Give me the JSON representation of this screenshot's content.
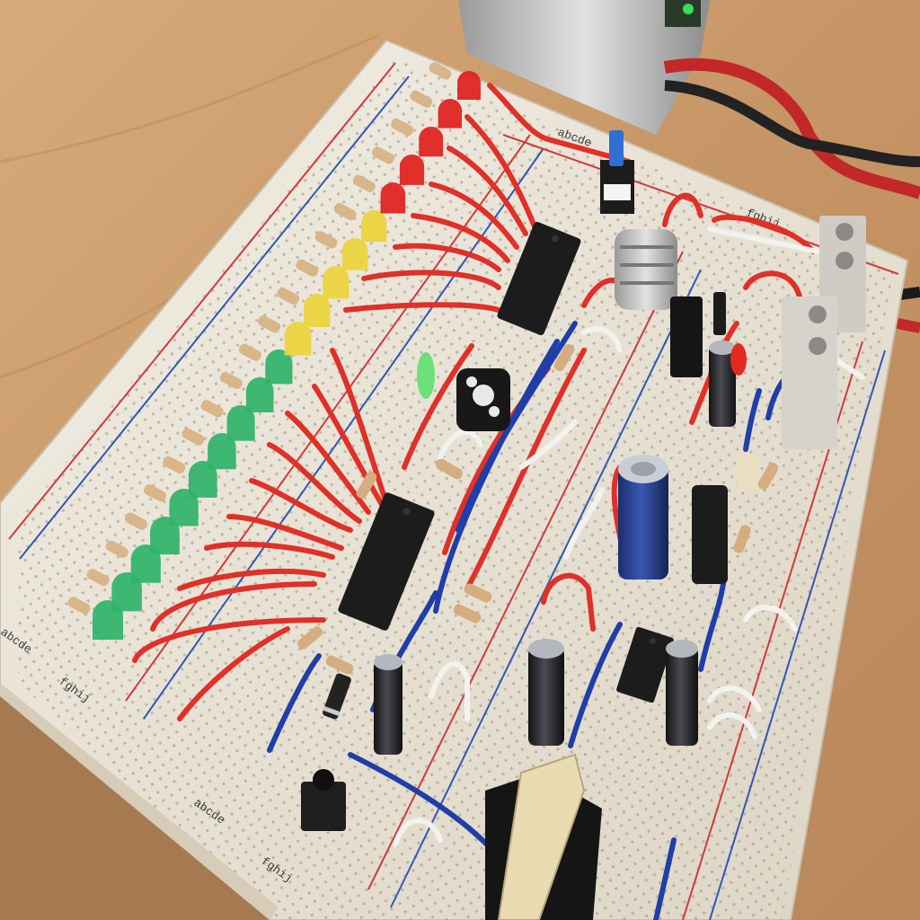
{
  "scene": {
    "subject": "solderless breadboard circuit",
    "colors": {
      "table": "#c99a6b",
      "board": "#ece6d8",
      "rail_red": "#d23a3a",
      "rail_blue": "#2f57b8",
      "wire_red": "#e03028",
      "wire_blue": "#1f3fa8",
      "wire_white": "#f2f2ee",
      "led_red": "#e0201c",
      "led_yellow": "#ecd43a",
      "led_green": "#2fb36a",
      "ic_black": "#1c1c1c"
    }
  },
  "board_labels": {
    "left_rows": "abcde",
    "left_rows_2": "fghij",
    "bottom_rows": "abcde",
    "bottom_rows_2": "fghij",
    "top_rows": "abcde",
    "top_rows_2": "fghij"
  },
  "led_bar": {
    "colors": [
      "green",
      "green",
      "green",
      "green",
      "green",
      "green",
      "green",
      "green",
      "green",
      "green",
      "yellow",
      "yellow",
      "yellow",
      "yellow",
      "yellow",
      "red",
      "red",
      "red",
      "red",
      "red"
    ]
  }
}
